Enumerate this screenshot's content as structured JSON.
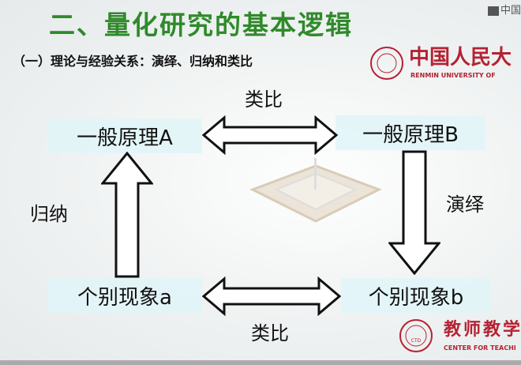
{
  "corner_logo": "中国",
  "title": "二、量化研究的基本逻辑",
  "subtitle": "（一）理论与经验关系：演绎、归纳和类比",
  "labels": {
    "analogy_top": "类比",
    "analogy_bottom": "类比",
    "induction": "归纳",
    "deduction": "演绎"
  },
  "boxes": {
    "principle_a": "一般原理A",
    "principle_b": "一般原理B",
    "case_a": "个别现象a",
    "case_b": "个别现象b"
  },
  "logos": {
    "ruc_cn": "中国人民大",
    "ruc_en": "RENMIN UNIVERSITY OF",
    "ctd_cn": "教师教学发",
    "ctd_en": "CENTER FOR TEACHI",
    "ctd_seal": "CTD"
  },
  "colors": {
    "title": "#2f8a2a",
    "logo": "#b52233"
  }
}
